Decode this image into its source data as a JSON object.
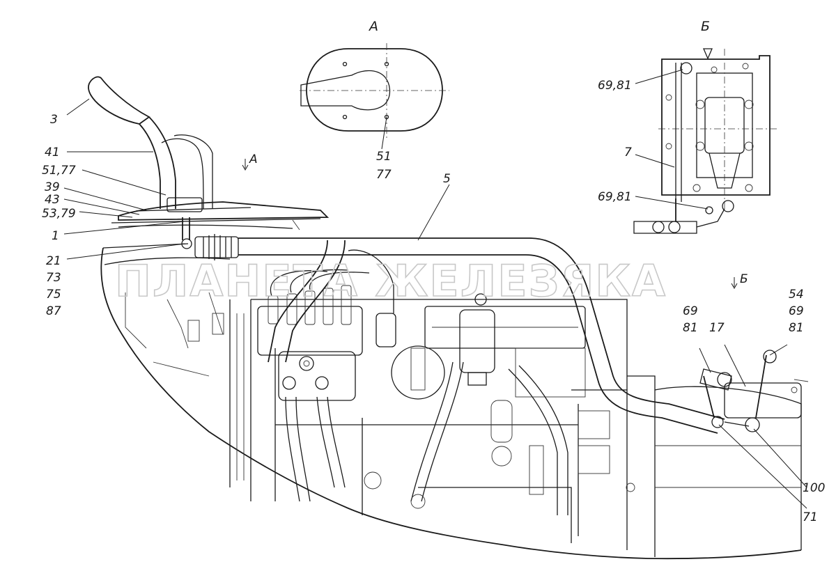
{
  "view_labels": {
    "view_a": "А",
    "view_b": "Б",
    "arrow_a": "А",
    "arrow_b": "Б"
  },
  "watermark": "ПЛАНЕТА ЖЕЛЕЗЯКА",
  "callouts": {
    "c3": "3",
    "c41": "41",
    "c51_77": "51,77",
    "c39": "39",
    "c43": "43",
    "c53_79": "53,79",
    "c1": "1",
    "c21": "21",
    "c73": "73",
    "c75": "75",
    "c87": "87",
    "c5": "5",
    "c51": "51",
    "c77": "77",
    "c69_81_top": "69,81",
    "c7": "7",
    "c69_81_mid": "69,81",
    "c69": "69",
    "c81": "81",
    "c17": "17",
    "c54": "54",
    "c69b": "69",
    "c81b": "81",
    "c100": "100",
    "c71": "71"
  }
}
